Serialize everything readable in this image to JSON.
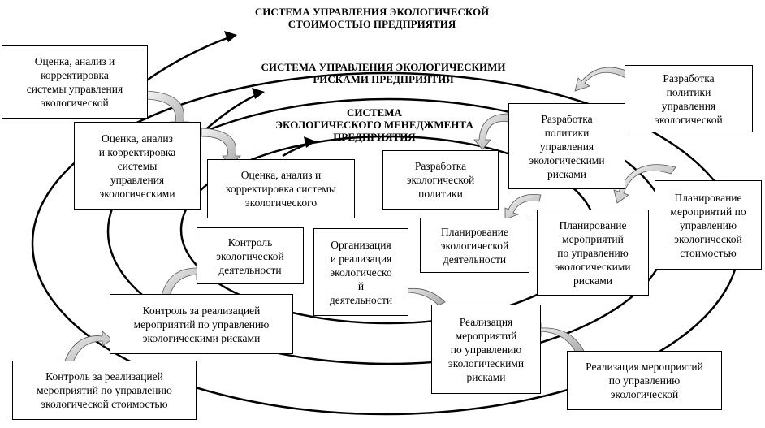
{
  "titles": {
    "cost_system": "СИСТЕМА УПРАВЛЕНИЯ ЭКОЛОГИЧЕСКОЙ\nСТОИМОСТЬЮ ПРЕДПРИЯТИЯ",
    "risk_system": "СИСТЕМА УПРАВЛЕНИЯ ЭКОЛОГИЧЕСКИМИ\nРИСКАМИ ПРЕДПРИЯТИЯ",
    "ems_system": "СИСТЕМА\nЭКОЛОГИЧЕСКОГО МЕНЕДЖМЕНТА\nПРЕДПРИЯТИЯ"
  },
  "boxes": {
    "cost_assess": "Оценка, анализ и\nкорректировка\nсистемы управления\nэкологической",
    "risk_assess": "Оценка, анализ\nи корректировка\nсистемы\nуправления\nэкологическими",
    "ems_assess": "Оценка, анализ и\nкорректировка системы\nэкологического",
    "cost_policy": "Разработка\nполитики\nуправления\nэкологической",
    "risk_policy": "Разработка\nполитики\nуправления\nэкологическими\nрисками",
    "ems_policy": "Разработка\nэкологической\nполитики",
    "cost_plan": "Планирование\nмероприятий по\nуправлению\nэкологической\nстоимостью",
    "risk_plan": "Планирование\nмероприятий\nпо управлению\nэкологическими\nрисками",
    "ems_plan": "Планирование\nэкологической\nдеятельности",
    "ems_org": "Организация\nи реализация\nэкологическо\nй\nдеятельности",
    "risk_impl": "Реализация\nмероприятий\nпо управлению\nэкологическими\nрисками",
    "cost_impl": "Реализация мероприятий\nпо управлению\nэкологической",
    "ems_control": "Контроль\nэкологической\nдеятельности",
    "risk_control": "Контроль за реализацией\nмероприятий по управлению\nэкологическими рисками",
    "cost_control": "Контроль за реализацией\nмероприятий по управлению\nэкологической стоимостью"
  }
}
